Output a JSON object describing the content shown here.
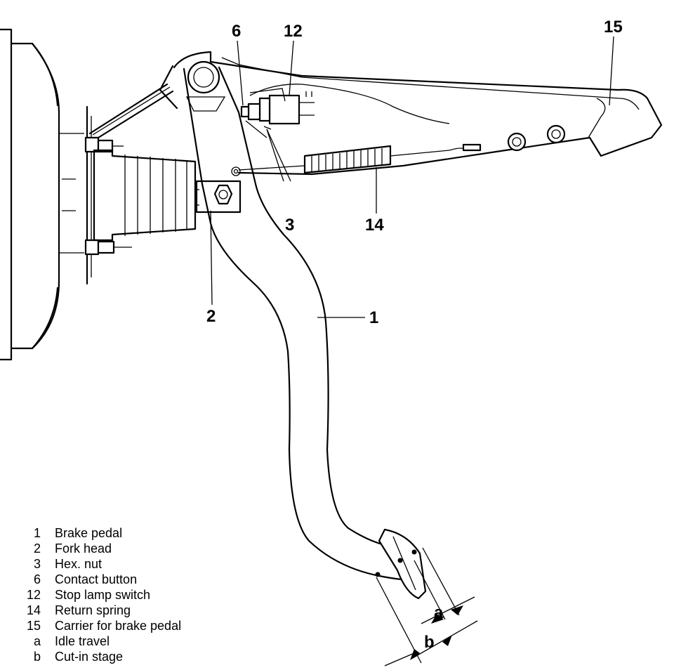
{
  "callouts": {
    "c6": "6",
    "c12": "12",
    "c15": "15",
    "c3": "3",
    "c14": "14",
    "c2": "2",
    "c1": "1"
  },
  "dimensions": {
    "a": "a",
    "b": "b"
  },
  "legend": [
    {
      "num": "1",
      "text": "Brake pedal"
    },
    {
      "num": "2",
      "text": "Fork head"
    },
    {
      "num": "3",
      "text": "Hex. nut"
    },
    {
      "num": "6",
      "text": "Contact button"
    },
    {
      "num": "12",
      "text": "Stop lamp switch"
    },
    {
      "num": "14",
      "text": "Return spring"
    },
    {
      "num": "15",
      "text": "Carrier for brake pedal"
    },
    {
      "num": "a",
      "text": "Idle travel"
    },
    {
      "num": "b",
      "text": "Cut-in stage"
    }
  ]
}
